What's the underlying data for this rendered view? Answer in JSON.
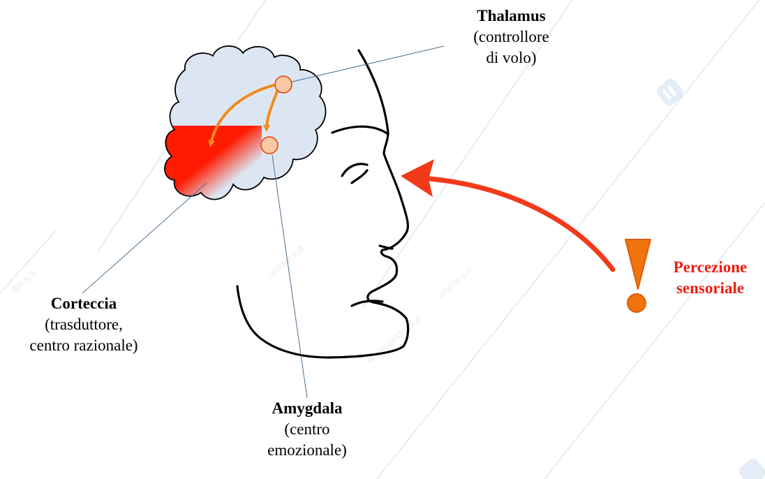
{
  "labels": {
    "thalamus": {
      "title": "Thalamus",
      "desc": [
        "(controllore",
        "di volo)"
      ]
    },
    "corteccia": {
      "title": "Corteccia",
      "desc": [
        "(trasduttore,",
        "centro razionale)"
      ]
    },
    "amygdala": {
      "title": "Amygdala",
      "desc": [
        "(centro",
        "emozionale)"
      ]
    },
    "percezione": {
      "lines": [
        "Percezione",
        "sensoriale"
      ]
    }
  },
  "colors": {
    "brain_fill": "#dce6f2",
    "cortex_red": "#ff1a00",
    "orange_arrow": "#f28a1c",
    "red_arrow": "#f23a1a",
    "node_fill": "#fbc8a6",
    "node_stroke": "#e8501c",
    "exclamation": "#f0740e",
    "leader": "#4a6f8f",
    "watermark": "#dde8f4"
  }
}
